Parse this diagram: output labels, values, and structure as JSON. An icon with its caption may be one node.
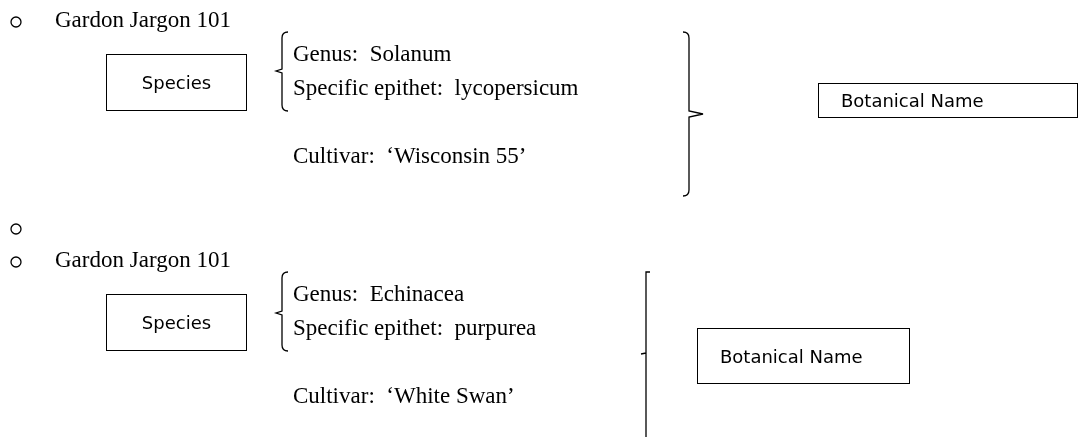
{
  "diagram": {
    "nodes": [
      {
        "text": [
          "Species"
        ]
      },
      {
        "text": [
          "Botanical Name"
        ]
      },
      {
        "text": [
          "Species"
        ]
      },
      {
        "text": [
          "Botanical Name"
        ]
      }
    ],
    "labels": [
      "Gardon Jargon 101",
      "Genus:  Solanum",
      "Specific epithet:  lycopersicum",
      "Cultivar:  ‘Wisconsin 55’",
      "Gardon Jargon 101",
      "Genus:  Echinacea",
      "Specific epithet:  purpurea",
      "Cultivar:  ‘White Swan’"
    ]
  }
}
